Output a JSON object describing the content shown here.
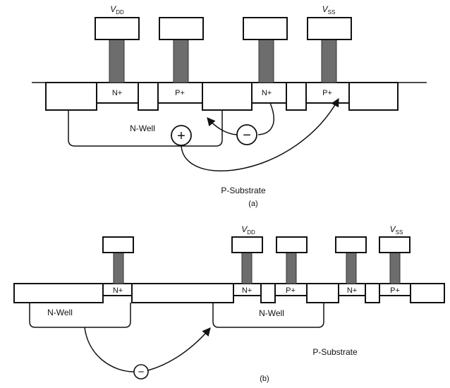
{
  "diagram_a": {
    "vdd_label": "V",
    "vdd_sub": "DD",
    "vss_label": "V",
    "vss_sub": "SS",
    "n_plus_1": "N+",
    "p_plus_1": "P+",
    "n_plus_2": "N+",
    "p_plus_2": "P+",
    "nwell_label": "N-Well",
    "plus_charge": "+",
    "minus_charge": "−",
    "substrate_label": "P-Substrate",
    "caption": "(a)"
  },
  "diagram_b": {
    "vdd_label": "V",
    "vdd_sub": "DD",
    "vss_label": "V",
    "vss_sub": "SS",
    "n_plus_0": "N+",
    "n_plus_1": "N+",
    "p_plus_1": "P+",
    "n_plus_2": "N+",
    "p_plus_2": "P+",
    "nwell_left_label": "N-Well",
    "nwell_right_label": "N-Well",
    "minus_charge": "−",
    "substrate_label": "P-Substrate",
    "caption": "(b)"
  },
  "colors": {
    "metal_pillar": "#6d6d6d",
    "stroke": "#111111",
    "background": "#ffffff"
  }
}
